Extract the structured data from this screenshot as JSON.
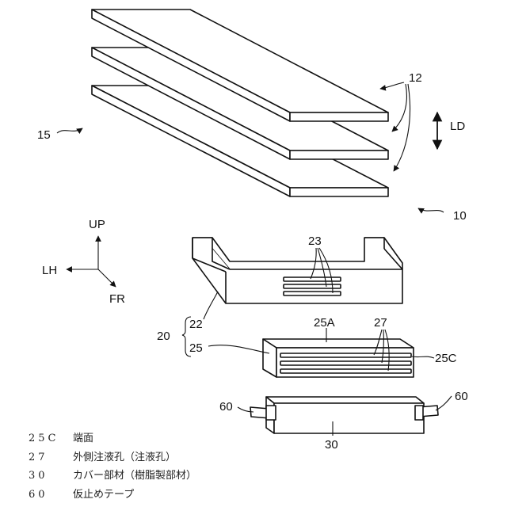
{
  "labels": {
    "plates": "12",
    "direction_ld": "LD",
    "stack": "15",
    "assembly": "10",
    "up": "UP",
    "lh": "LH",
    "fr": "FR",
    "holes_23": "23",
    "group_20": "20",
    "part_22": "22",
    "part_25": "25",
    "face_25a": "25A",
    "holes_27": "27",
    "end_25c": "25C",
    "tape_left": "60",
    "tape_right": "60",
    "cover_30": "30"
  },
  "legend": [
    {
      "code": "25C",
      "text": "端面"
    },
    {
      "code": "27",
      "text": "外側注液孔（注液孔）"
    },
    {
      "code": "30",
      "text": "カバー部材（樹脂製部材）"
    },
    {
      "code": "60",
      "text": "仮止めテープ"
    }
  ]
}
